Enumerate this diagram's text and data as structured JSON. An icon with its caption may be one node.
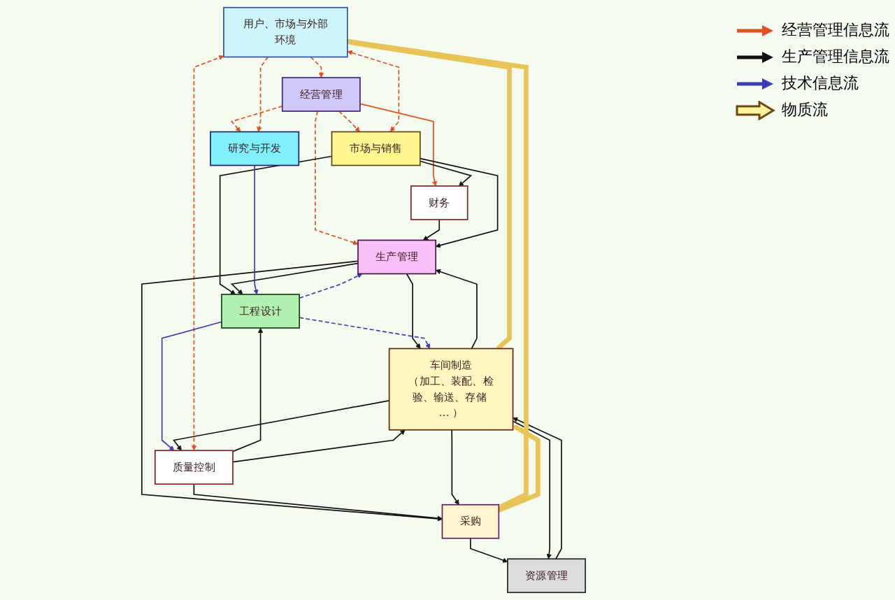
{
  "diagram": {
    "nodes": [
      {
        "text": [
          "用户、市场与外部环境"
        ]
      },
      {
        "text": [
          "经营管理"
        ]
      },
      {
        "text": [
          "财务"
        ]
      },
      {
        "text": [
          "市场与销售"
        ]
      },
      {
        "text": [
          "研究与开发"
        ]
      },
      {
        "text": [
          "生产管理"
        ]
      },
      {
        "text": [
          "工程设计"
        ]
      },
      {
        "text": [
          "车间制造",
          "（加工、装配、检验、输送、存储 … ）"
        ]
      },
      {
        "text": [
          "质量控制"
        ]
      },
      {
        "text": [
          "采购"
        ]
      },
      {
        "text": [
          "资源管理"
        ]
      }
    ],
    "edges": [
      {
        "from": 0,
        "to": 1,
        "arrow": "to",
        "style": "dashed",
        "color": "#e0501e"
      },
      {
        "from": 1,
        "to": 2,
        "arrow": "to",
        "color": "#e0501e"
      },
      {
        "from": 1,
        "to": 3,
        "arrow": "to",
        "style": "dashed",
        "color": "#e0501e"
      },
      {
        "from": 1,
        "to": 4,
        "arrow": "to",
        "style": "dashed",
        "color": "#e0501e"
      },
      {
        "from": 1,
        "to": 5,
        "arrow": "to",
        "style": "dashed",
        "color": "#e0501e"
      },
      {
        "from": 3,
        "to": 0,
        "arrow": "both",
        "style": "dashed",
        "color": "#e0501e"
      },
      {
        "from": 0,
        "to": 4,
        "arrow": "to",
        "style": "dashed",
        "color": "#e0501e"
      },
      {
        "from": 8,
        "to": 0,
        "arrow": "both",
        "style": "dashed",
        "color": "#e0501e"
      },
      {
        "from": 2,
        "to": 5,
        "arrow": "to"
      },
      {
        "from": 3,
        "to": 2,
        "arrow": "to"
      },
      {
        "from": 3,
        "to": 5,
        "arrow": "to"
      },
      {
        "from": 3,
        "to": 6,
        "arrow": "to"
      },
      {
        "from": 5,
        "to": 6,
        "arrow": "to"
      },
      {
        "from": 5,
        "to": 9,
        "arrow": "to"
      },
      {
        "from": 5,
        "to": 7,
        "arrow": "to"
      },
      {
        "from": 7,
        "to": 5,
        "arrow": "to"
      },
      {
        "from": 4,
        "to": 6,
        "arrow": "to",
        "color": "#3c3cb4"
      },
      {
        "from": 6,
        "to": 5,
        "arrow": "to",
        "style": "dashed",
        "color": "#3c3cb4"
      },
      {
        "from": 6,
        "to": 7,
        "arrow": "to",
        "style": "dashed",
        "color": "#3c3cb4"
      },
      {
        "from": 6,
        "to": 8,
        "arrow": "to",
        "color": "#3c3cb4"
      },
      {
        "from": 8,
        "to": 6,
        "arrow": "to"
      },
      {
        "from": 8,
        "to": 7,
        "arrow": "to"
      },
      {
        "from": 7,
        "to": 8,
        "arrow": "to"
      },
      {
        "from": 8,
        "to": 9,
        "arrow": "to"
      },
      {
        "from": 9,
        "to": 10,
        "arrow": "to"
      },
      {
        "from": 10,
        "to": 7,
        "arrow": "to"
      },
      {
        "from": 7,
        "to": 9,
        "arrow": "to"
      },
      {
        "from": 7,
        "to": 10,
        "arrow": "to"
      },
      {
        "from": 0,
        "to": 9,
        "arrow": "to",
        "style": "thick",
        "color": "#e8c456"
      },
      {
        "from": 9,
        "to": 7,
        "arrow": "to",
        "style": "thick",
        "color": "#e8c456"
      },
      {
        "from": 7,
        "to": 0,
        "arrow": "to",
        "style": "thick",
        "color": "#e8c456"
      }
    ],
    "legend": [
      {
        "text": "经营管理信息流"
      },
      {
        "text": "生产管理信息流"
      },
      {
        "text": "技术信息流"
      },
      {
        "text": "物质流"
      }
    ]
  }
}
